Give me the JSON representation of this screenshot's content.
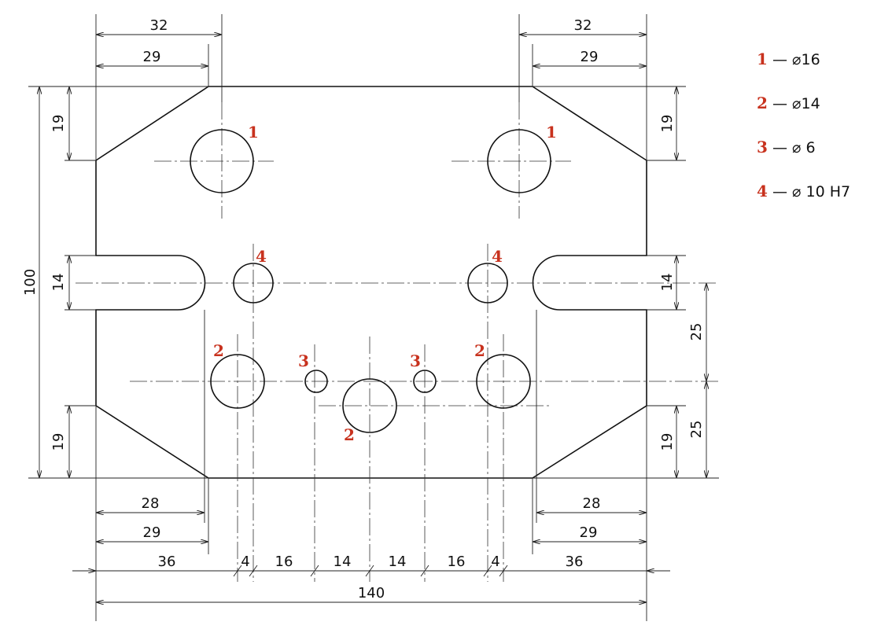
{
  "colors": {
    "outline": "#111111",
    "dimension": "#222222",
    "tag": "#c8321e"
  },
  "dimensions": {
    "top_left_32": "32",
    "top_left_29": "29",
    "top_right_32": "32",
    "top_right_29": "29",
    "left_19_top": "19",
    "left_100": "100",
    "left_14": "14",
    "left_19_bottom": "19",
    "right_19_top": "19",
    "right_14": "14",
    "right_25_a": "25",
    "right_25_b": "25",
    "right_19_bottom": "19",
    "bottom_left_28": "28",
    "bottom_left_29": "29",
    "bottom_right_28": "28",
    "bottom_right_29": "29",
    "chain": [
      "36",
      "4",
      "16",
      "14",
      "14",
      "16",
      "4",
      "36"
    ],
    "overall_140": "140"
  },
  "hole_tags": {
    "h1_left": "1",
    "h1_right": "1",
    "h4_left": "4",
    "h4_right": "4",
    "h2_left": "2",
    "h2_right": "2",
    "h2_center": "2",
    "h3_left": "3",
    "h3_right": "3"
  },
  "legend": [
    {
      "num": "1",
      "text": "— ⌀16"
    },
    {
      "num": "2",
      "text": "— ⌀14"
    },
    {
      "num": "3",
      "text": "— ⌀ 6"
    },
    {
      "num": "4",
      "text": "— ⌀ 10 H7"
    }
  ]
}
